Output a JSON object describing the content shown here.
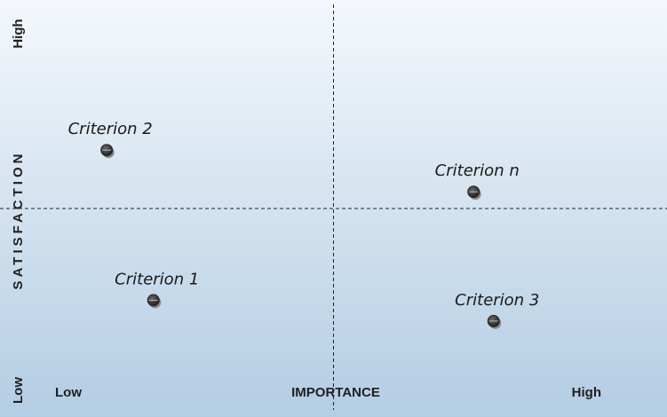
{
  "chart_data": {
    "type": "scatter",
    "title": "",
    "xlabel": "IMPORTANCE",
    "ylabel": "SATISFACTION",
    "x_tick_labels": {
      "low": "Low",
      "high": "High"
    },
    "y_tick_labels": {
      "low": "Low",
      "high": "High"
    },
    "xlim": [
      0,
      10
    ],
    "ylim": [
      0,
      10
    ],
    "grid": false,
    "quadrant_dividers": {
      "x": 5,
      "y": 5
    },
    "points": [
      {
        "label": "Criterion 2",
        "x": 1.6,
        "y": 6.4
      },
      {
        "label": "Criterion 1",
        "x": 2.3,
        "y": 2.8
      },
      {
        "label": "Criterion n",
        "x": 7.1,
        "y": 5.4
      },
      {
        "label": "Criterion 3",
        "x": 7.4,
        "y": 2.3
      }
    ],
    "colors": {
      "background_top": "#f4f8fc",
      "background_bottom": "#b3cde3",
      "marker_fill": "#2a2a2a",
      "marker_shadow": "#8a8a8a",
      "divider": "#222222"
    }
  }
}
